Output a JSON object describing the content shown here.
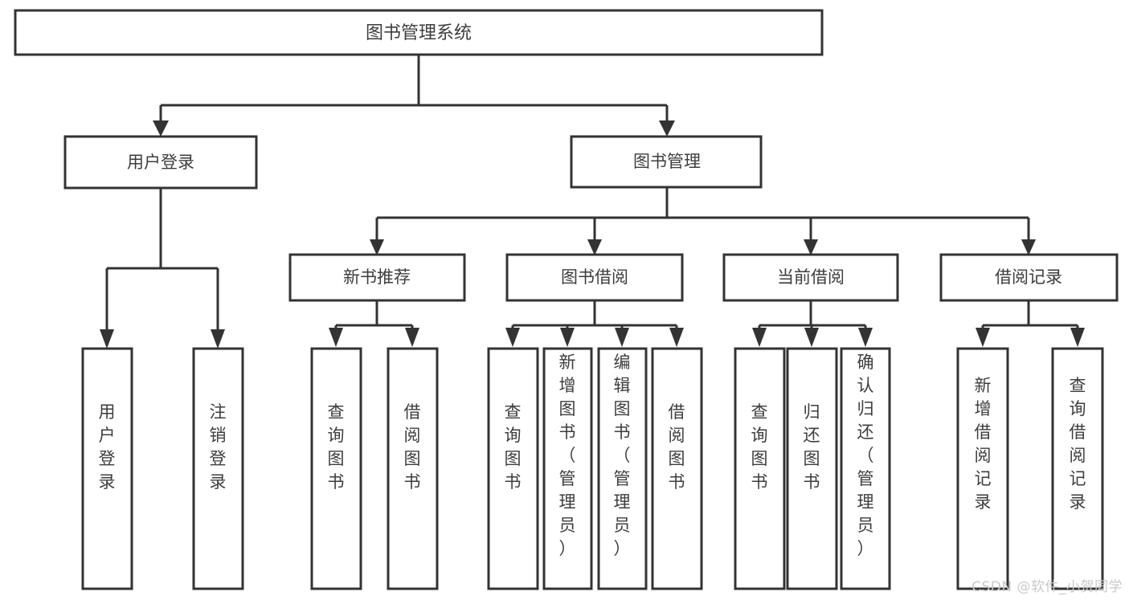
{
  "diagram": {
    "type": "tree",
    "title": "图书管理系统",
    "watermark": "CSDN @软件_小贺同学",
    "colors": {
      "background": "#ffffff",
      "box_stroke": "#333333",
      "box_fill": "#ffffff",
      "text": "#3d3d3d",
      "watermark": "#c9c9c9"
    },
    "root": {
      "label": "图书管理系统"
    },
    "level2": [
      {
        "label": "用户登录"
      },
      {
        "label": "图书管理"
      }
    ],
    "level3": [
      {
        "label": "新书推荐"
      },
      {
        "label": "图书借阅"
      },
      {
        "label": "当前借阅"
      },
      {
        "label": "借阅记录"
      }
    ],
    "leaves": {
      "user_login": [
        {
          "label": "用户登录"
        },
        {
          "label": "注销登录"
        }
      ],
      "new_book_recommend": [
        {
          "label": "查询图书"
        },
        {
          "label": "借阅图书"
        }
      ],
      "book_borrow": [
        {
          "label": "查询图书"
        },
        {
          "label": "新增图书（管理员）"
        },
        {
          "label": "编辑图书（管理员）"
        },
        {
          "label": "借阅图书"
        }
      ],
      "current_borrow": [
        {
          "label": "查询图书"
        },
        {
          "label": "归还图书"
        },
        {
          "label": "确认归还（管理员）"
        }
      ],
      "borrow_record": [
        {
          "label": "新增借阅记录"
        },
        {
          "label": "查询借阅记录"
        }
      ]
    }
  }
}
